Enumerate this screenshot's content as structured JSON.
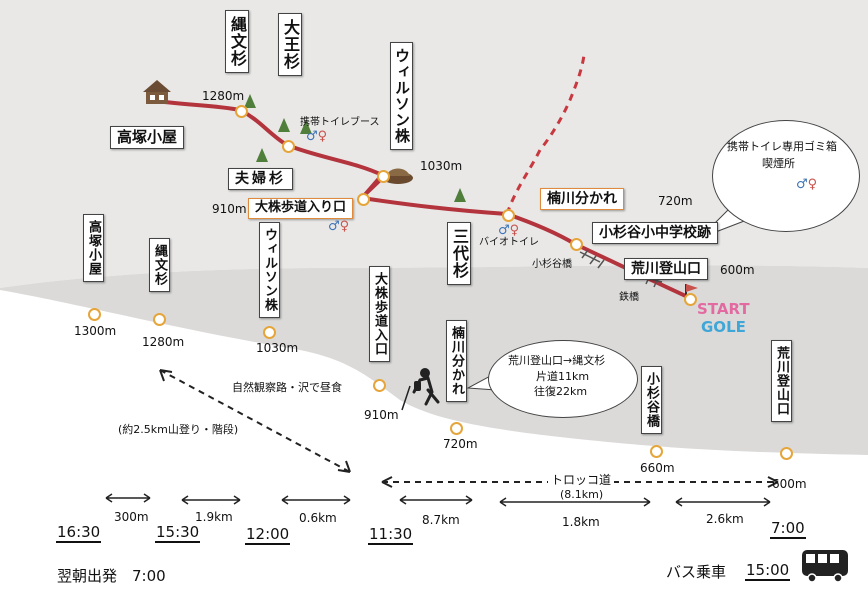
{
  "upper_map": {
    "huts": {
      "takatsuka_hut": "高塚小屋"
    },
    "labels": {
      "jomon_sugi": "縄文杉",
      "daio_sugi": "大王杉",
      "wilson": "ウィルソン株",
      "meoto_sugi": "夫婦杉",
      "okabu_entrance": "大株歩道入り口",
      "sandai_sugi": "三代杉",
      "kusukawa_fork": "楠川分かれ",
      "kosugidani_school": "小杉谷小中学校跡",
      "arakawa_trailhead": "荒川登山口"
    },
    "elevations": {
      "e1280": "1280m",
      "e1030": "1030m",
      "e910": "910m",
      "e720": "720m",
      "e600": "600m"
    },
    "small_text": {
      "portable_toilet_booth": "携帯トイレブース",
      "bio_toilet": "バイオトイレ",
      "kosugidani_bridge": "小杉谷橋",
      "iron_bridge": "鉄橋"
    },
    "start_goal": {
      "start": "START",
      "goal": "GOLE"
    },
    "bubble": {
      "line1": "携帯トイレ専用ゴミ箱",
      "line2": "喫煙所"
    }
  },
  "profile": {
    "stations": {
      "takatsuka": {
        "name": "高塚小屋",
        "elev": "1300m"
      },
      "jomon": {
        "name": "縄文杉",
        "elev": "1280m"
      },
      "wilson": {
        "name": "ウィルソン株",
        "elev": "1030m"
      },
      "okabu": {
        "name": "大株歩道入口",
        "elev": "910m"
      },
      "kusukawa": {
        "name": "楠川分かれ",
        "elev": "720m"
      },
      "kosugidani": {
        "name": "小杉谷橋",
        "elev": "660m"
      },
      "arakawa": {
        "name": "荒川登山口",
        "elev": "600m"
      }
    },
    "notes": {
      "lunch": "自然観察路・沢で昼食",
      "climb": "(約2.5km山登り・階段)",
      "trolley": "トロッコ道",
      "trolley_dist": "(8.1km)"
    },
    "bubble": {
      "line1": "荒川登山口→縄文杉",
      "line2": "片道11km",
      "line3": "往復22km"
    },
    "distances": {
      "d300": "300m",
      "d19": "1.9km",
      "d06": "0.6km",
      "d87": "8.7km",
      "d18": "1.8km",
      "d26": "2.6km"
    },
    "times": {
      "t1630": "16:30",
      "t1530": "15:30",
      "t1200": "12:00",
      "t1130": "11:30",
      "t700": "7:00"
    },
    "footer": {
      "next_morning": "翌朝出発　7:00",
      "bus_label": "バス乗車",
      "bus_time": "15:00"
    }
  },
  "colors": {
    "upper_bg": "#e9e8e7",
    "trail": "#b3343d",
    "side_trail": "#c8383f",
    "ground": "#dbdad9",
    "marker": "#e5a53a",
    "tree": "#4f7f3a",
    "start_pink": "#e26aa1",
    "goal_blue": "#3fa6d8"
  }
}
